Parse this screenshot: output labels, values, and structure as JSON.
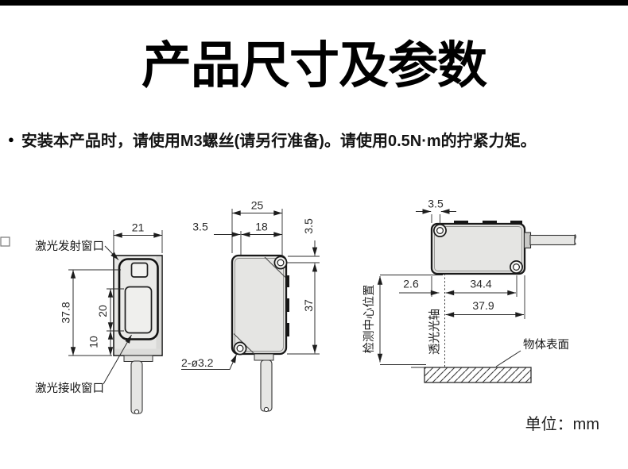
{
  "page": {
    "title": "产品尺寸及参数",
    "bullet": "●",
    "note": "安装本产品时，请使用M3螺丝(请另行准备)。请使用0.5N·m的拧紧力矩。",
    "unit": "单位：mm"
  },
  "front": {
    "label_emitter": "激光发射窗口",
    "label_receiver": "激光接收窗口",
    "dim_width": "21",
    "dim_height": "37.8",
    "dim_window": "20",
    "dim_bottom": "10"
  },
  "side": {
    "dim_depth": "25",
    "dim_edge": "3.5",
    "dim_span": "18",
    "dim_top": "3.5",
    "dim_height": "37",
    "holes": "2-ø3.2"
  },
  "top": {
    "dim_edge": "3.5",
    "dim_axis": "2.6",
    "dim_hole": "34.4",
    "dim_total": "37.9",
    "label_center": "检测中心位置",
    "label_axis": "透光光轴",
    "label_surface": "物体表面"
  }
}
